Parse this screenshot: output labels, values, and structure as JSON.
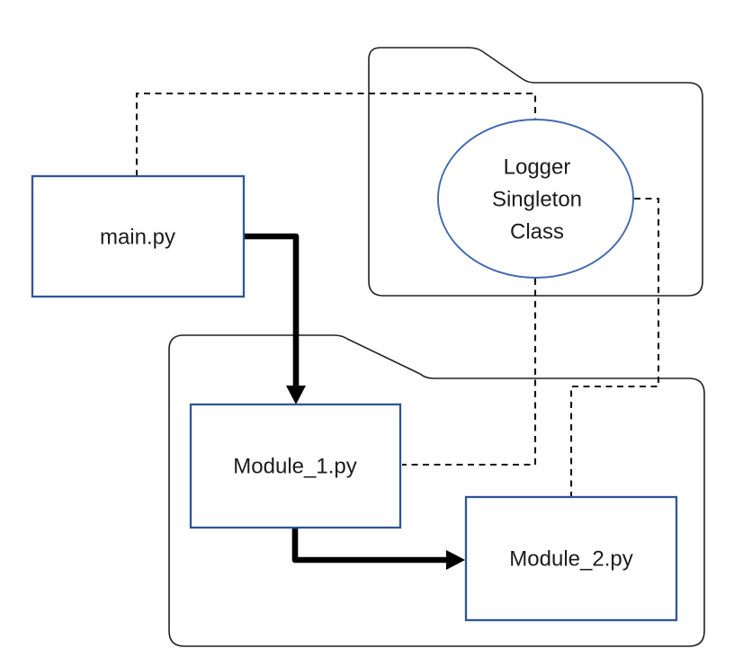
{
  "diagram": {
    "nodes": {
      "main": {
        "label": "main.py"
      },
      "module1": {
        "label": "Module_1.py"
      },
      "module2": {
        "label": "Module_2.py"
      },
      "logger": {
        "lines": [
          "Logger",
          "Singleton",
          "Class"
        ]
      }
    },
    "colors": {
      "node_border": "#2f5597",
      "ellipse_border": "#4169ad",
      "connector": "#141414",
      "folder_outline": "#212121",
      "arrow": "#000000",
      "background": "#ffffff",
      "text": "#1c1c1c"
    }
  }
}
